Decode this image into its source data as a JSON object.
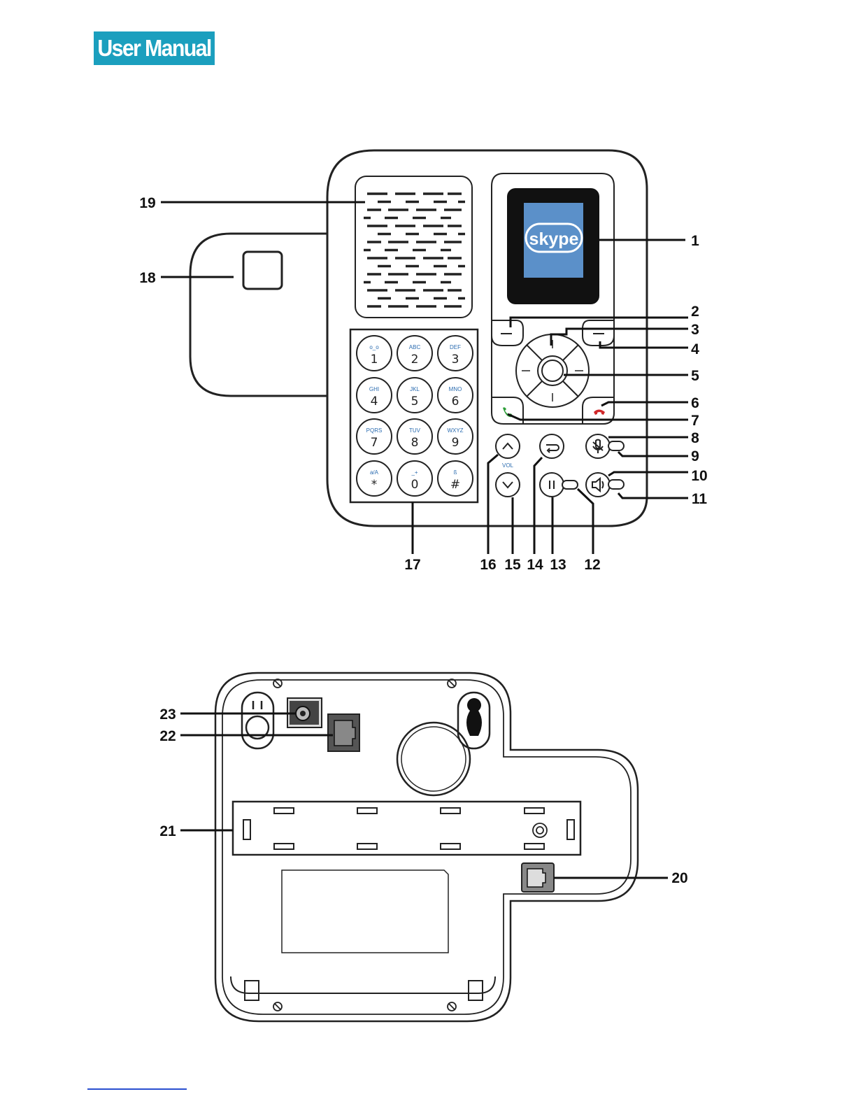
{
  "header": {
    "title": "User Manual",
    "accent_color": "#1b9fbe"
  },
  "front_view": {
    "screen_logo": "skype",
    "vol_label": "VOL",
    "keypad": [
      {
        "digit": "1",
        "letters": "o_o"
      },
      {
        "digit": "2",
        "letters": "ABC"
      },
      {
        "digit": "3",
        "letters": "DEF"
      },
      {
        "digit": "4",
        "letters": "GHI"
      },
      {
        "digit": "5",
        "letters": "JKL"
      },
      {
        "digit": "6",
        "letters": "MNO"
      },
      {
        "digit": "7",
        "letters": "PQRS"
      },
      {
        "digit": "8",
        "letters": "TUV"
      },
      {
        "digit": "9",
        "letters": "WXYZ"
      },
      {
        "digit": "*",
        "letters": "a/A"
      },
      {
        "digit": "0",
        "letters": "_+"
      },
      {
        "digit": "#",
        "letters": "ß"
      }
    ],
    "callouts": [
      "1",
      "2",
      "3",
      "4",
      "5",
      "6",
      "7",
      "8",
      "9",
      "10",
      "11",
      "12",
      "13",
      "14",
      "15",
      "16",
      "17",
      "18",
      "19"
    ]
  },
  "back_view": {
    "callouts": [
      "20",
      "21",
      "22",
      "23"
    ]
  },
  "colors": {
    "call_green": "#2e9e3a",
    "hangup_red": "#d0282a",
    "screen_blue": "#5b90c9",
    "key_letters": "#2b6cb0"
  }
}
